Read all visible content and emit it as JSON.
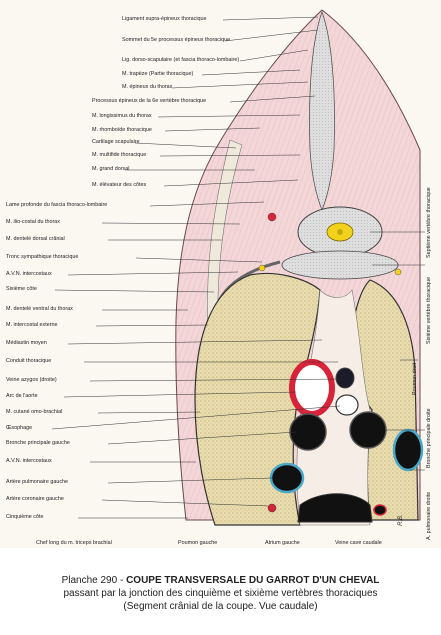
{
  "labels_left": [
    "Ligament supra-épineux thoracique",
    "Sommet du 5e processus épineux thoracique",
    "Lig. dorso-scapulaire (et fascia thoraco-lombaire)",
    "M. trapèze (Partie thoracique)",
    "M. épineux du thorax",
    "Processus épineux de la 6e vertèbre thoracique",
    "M. longissimus du thorax",
    "M. rhomboïde thoracique",
    "Cartilage scapulaire",
    "M. multifide thoracique",
    "M. grand dorsal",
    "M. élévateur des côtes",
    "Lame profonde du fascia thoraco-lombaire",
    "M. ilio-costal du thorax",
    "M. dentelé dorsal crânial",
    "Tronc sympathique thoracique",
    "A.V.N. intercostaux",
    "Sixième côte",
    "M. dentelé ventral du thorax",
    "M. intercostal externe",
    "Médiastin moyen",
    "Conduit thoracique",
    "Veine azygos (droite)",
    "Arc de l'aorte",
    "M. cutané omo-brachial",
    "Œsophage",
    "Bronche principale gauche",
    "A.V.N. intercostaux",
    "Artère pulmonaire gauche",
    "Artère coronaire gauche",
    "Cinquième côte"
  ],
  "labels_bottom": [
    "Chef long du m. triceps brachial",
    "Poumon gauche",
    "Atrium gauche",
    "Veine cave caudale"
  ],
  "labels_right": [
    "Septième vertèbre thoracique",
    "Sixième vertèbre thoracique",
    "Poumon droit",
    "Bronche principale droite",
    "A. pulmonaire droite"
  ],
  "initials": "R.B.",
  "caption": {
    "plate_prefix": "Planche 290 - ",
    "title": "COUPE TRANSVERSALE DU GARROT D'UN CHEVAL",
    "line2": "passant par la jonction des cinquième et sixième vertèbres thoraciques",
    "line3": "(Segment crânial de la coupe. Vue caudale)"
  },
  "colors": {
    "muscle": "#f3d3d6",
    "lung": "#e7dcaa",
    "bone": "#dcdcdc",
    "artery": "#d8243a",
    "nerve_cord": "#f2d21a",
    "vessel_blue": "#4aa8c8"
  }
}
